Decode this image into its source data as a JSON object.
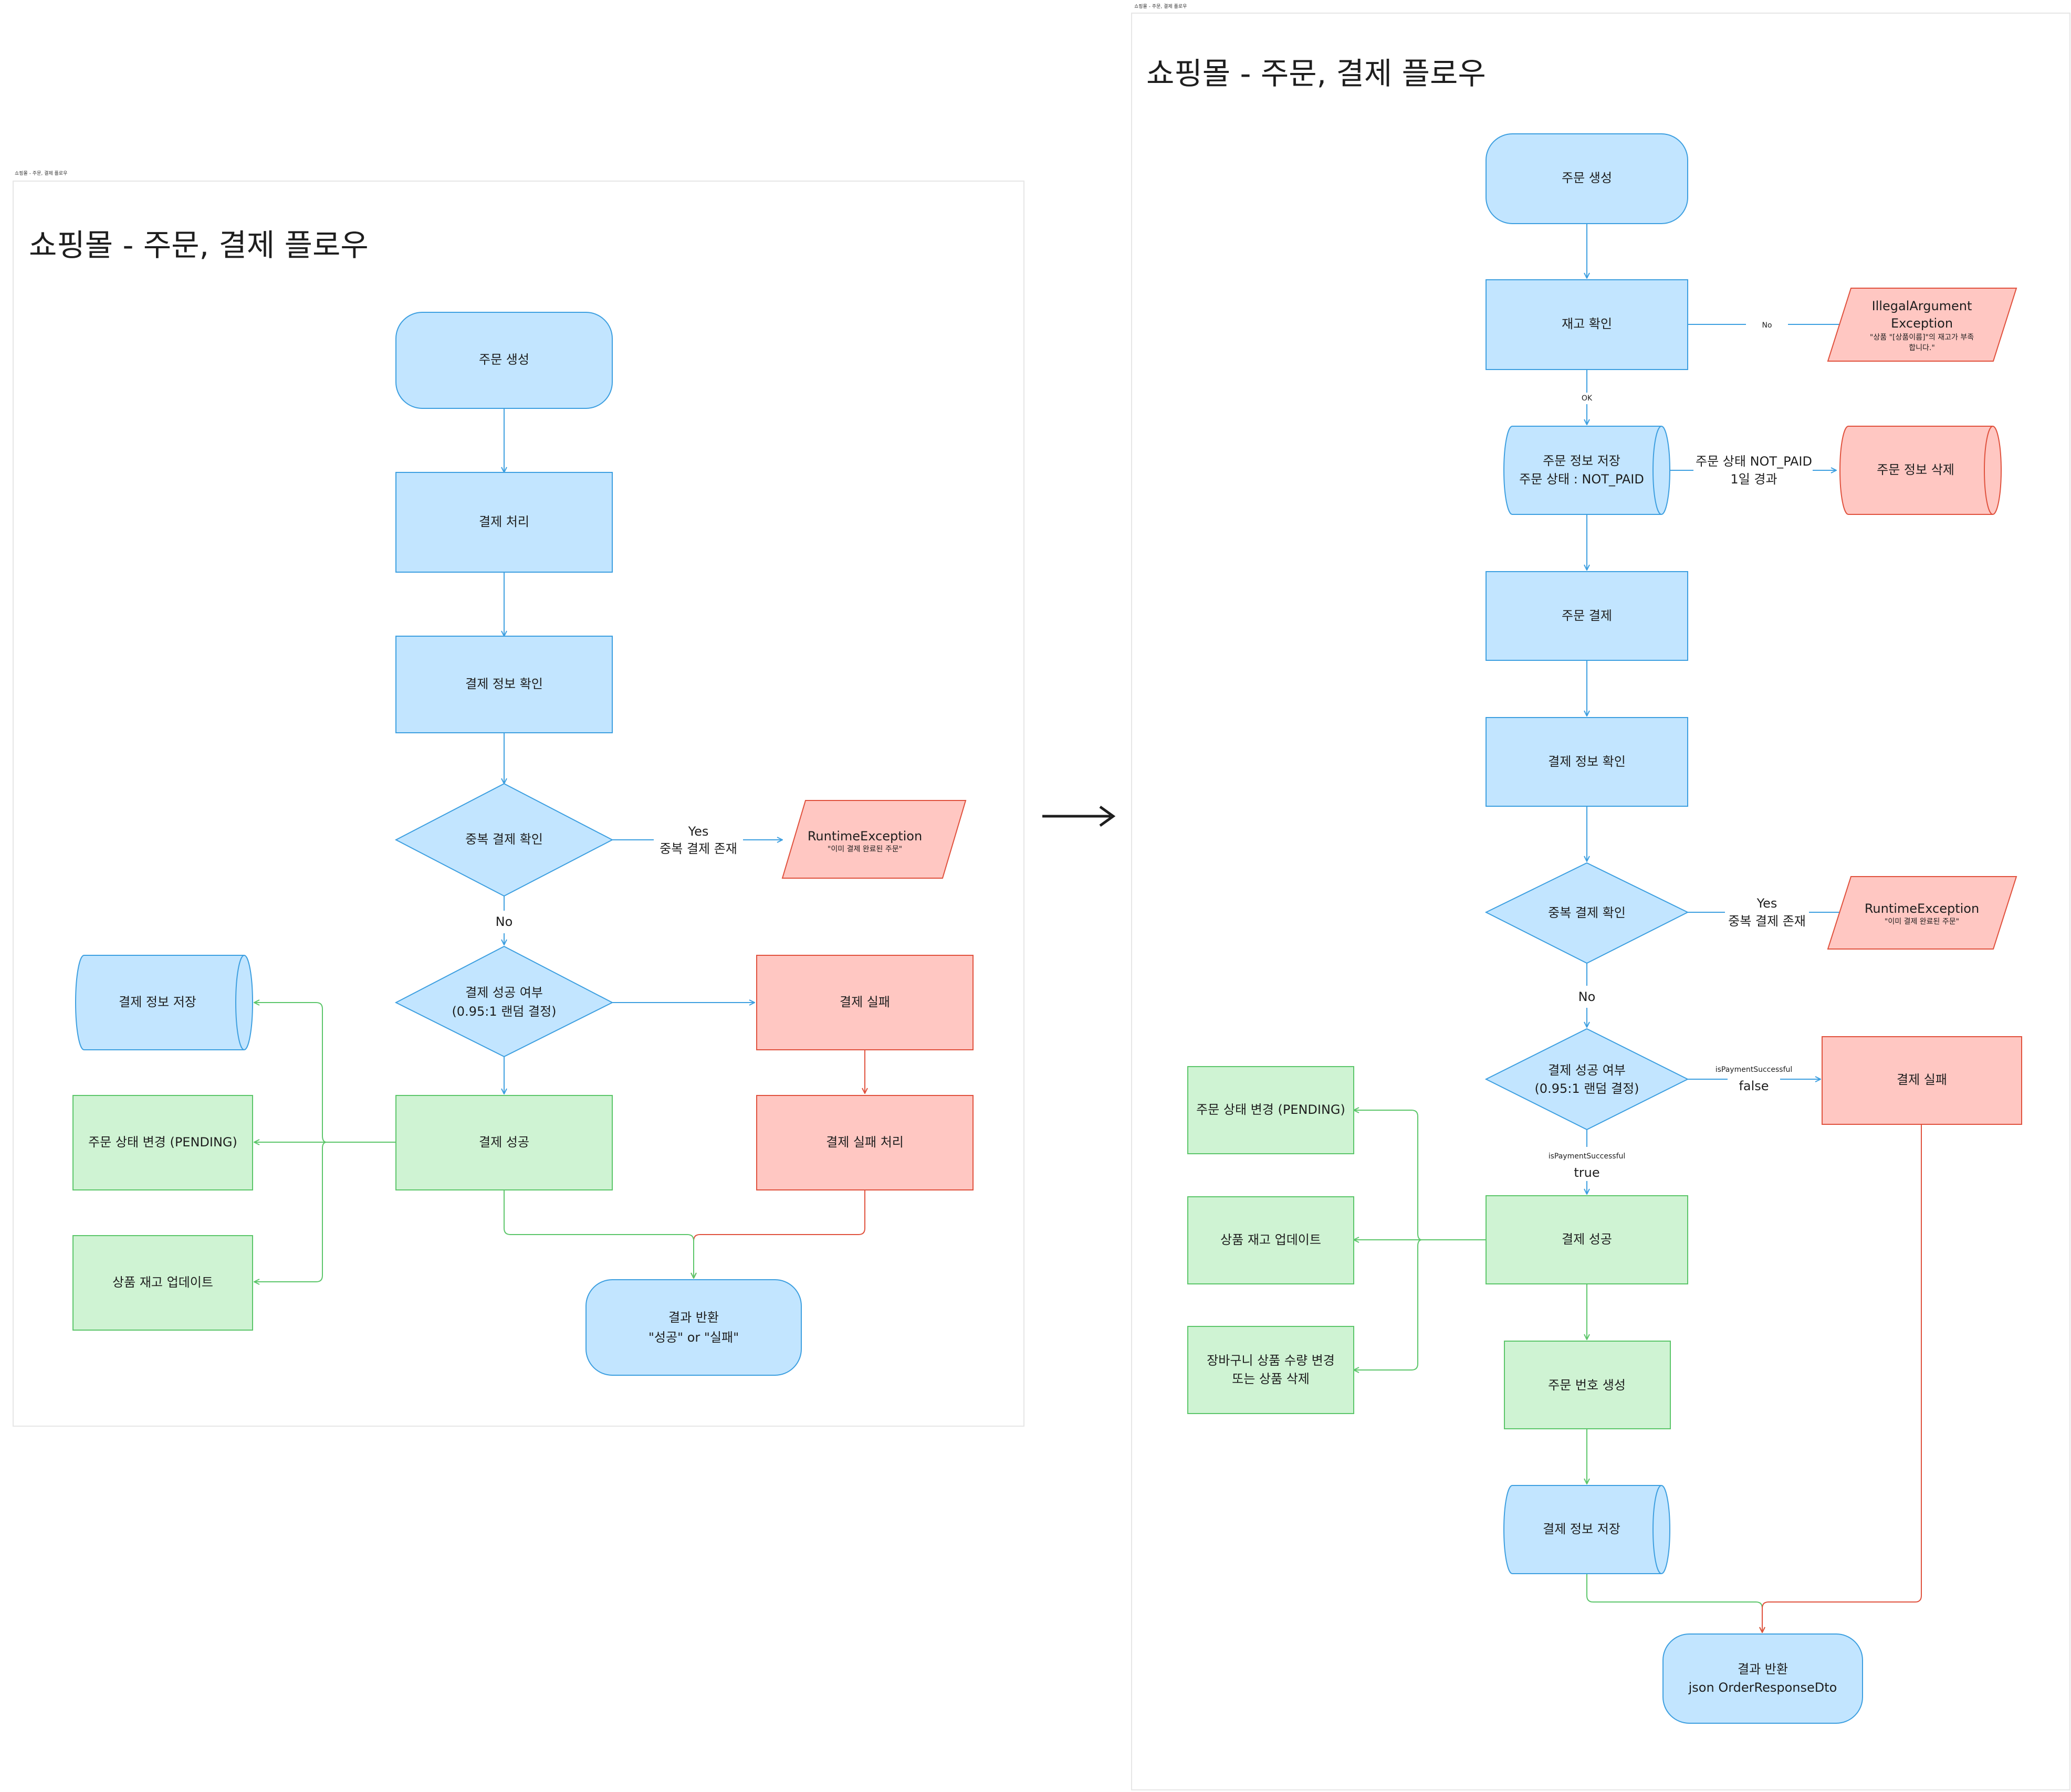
{
  "left": {
    "frame_label": "쇼핑몰 - 주문, 결제 플로우",
    "title": "쇼핑몰 - 주문, 결제 플로우",
    "nodes": {
      "create_order": "주문 생성",
      "payment_process": "결제 처리",
      "payment_info_check": "결제 정보 확인",
      "duplicate_check": "중복 결제 확인",
      "runtime_exception_title": "RuntimeException",
      "runtime_exception_msg": "\"이미 결제 완료된 주문\"",
      "payment_success_q_line1": "결제 성공 여부",
      "payment_success_q_line2": "(0.95:1 랜덤 결정)",
      "payment_fail": "결제 실패",
      "payment_fail_process": "결제 실패 처리",
      "payment_success": "결제 성공",
      "save_payment_info": "결제 정보 저장",
      "order_status_pending": "주문 상태 변경 (PENDING)",
      "stock_update": "상품 재고 업데이트",
      "result_line1": "결과 반환",
      "result_line2": "\"성공\" or \"실패\""
    },
    "edges": {
      "yes": "Yes",
      "duplicate_exists": "중복 결제 존재",
      "no": "No"
    }
  },
  "arrow": "⟶",
  "right": {
    "frame_label": "쇼핑몰 - 주문, 결제 플로우",
    "title": "쇼핑몰 - 주문, 결제 플로우",
    "nodes": {
      "create_order": "주문 생성",
      "stock_check": "재고 확인",
      "illegal_title_line1": "IllegalArgument",
      "illegal_title_line2": "Exception",
      "illegal_msg_line1": "\"상품 \"[상품이름]\"의 재고가 부족",
      "illegal_msg_line2": "합니다.\"",
      "save_order_line1": "주문 정보 저장",
      "save_order_line2": "주문 상태 : NOT_PAID",
      "delete_order": "주문 정보 삭제",
      "order_payment": "주문 결제",
      "payment_info_check": "결제 정보 확인",
      "duplicate_check": "중복 결제 확인",
      "runtime_exception_title": "RuntimeException",
      "runtime_exception_msg": "\"이미 결제 완료된 주문\"",
      "payment_success_q_line1": "결제 성공 여부",
      "payment_success_q_line2": "(0.95:1 랜덤 결정)",
      "payment_fail": "결제 실패",
      "payment_success": "결제 성공",
      "order_status_pending": "주문 상태 변경 (PENDING)",
      "stock_update": "상품 재고 업데이트",
      "cart_line1": "장바구니 상품 수량 변경",
      "cart_line2": "또는 상품 삭제",
      "order_number": "주문 번호 생성",
      "save_payment_info": "결제 정보 저장",
      "result_line1": "결과 반환",
      "result_line2": "json OrderResponseDto"
    },
    "edges": {
      "no_small": "No",
      "ok": "OK",
      "not_paid_line1": "주문 상태 NOT_PAID",
      "not_paid_line2": "1일 경과",
      "yes": "Yes",
      "duplicate_exists": "중복 결제 존재",
      "no": "No",
      "is_payment_successful_1": "isPaymentSuccessful",
      "false": "false",
      "is_payment_successful_2": "isPaymentSuccessful",
      "true": "true"
    }
  }
}
